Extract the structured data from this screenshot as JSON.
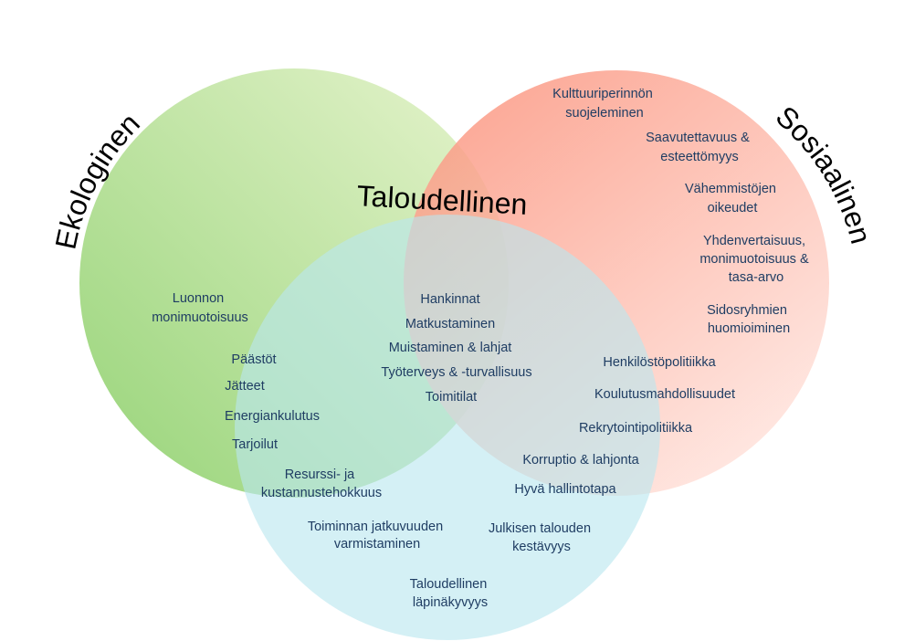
{
  "sets": {
    "ekologinen": {
      "label": "Ekologinen",
      "color_light": "#e3f2c6",
      "color_dark": "#84cc60"
    },
    "sosiaalinen": {
      "label": "Sosiaalinen",
      "color_light": "#ffe6e0",
      "color_dark": "#fb8f78"
    },
    "taloudellinen": {
      "label": "Taloudellinen",
      "color": "#b9e7ef"
    }
  },
  "items": {
    "ekologinen": [
      [
        "Luonnon",
        "monimuotoisuus"
      ]
    ],
    "ekologinen_taloudellinen": [
      [
        "Päästöt"
      ],
      [
        "Jätteet"
      ],
      [
        "Energiankulutus"
      ],
      [
        "Tarjoilut"
      ],
      [
        "Resurssi- ja",
        "kustannustehokkuus"
      ]
    ],
    "kaikki": [
      [
        "Hankinnat"
      ],
      [
        "Matkustaminen"
      ],
      [
        "Muistaminen & lahjat"
      ],
      [
        "Työterveys & -turvallisuus"
      ],
      [
        "Toimitilat"
      ]
    ],
    "sosiaalinen": [
      [
        "Kulttuuriperinnön",
        "suojeleminen"
      ],
      [
        "Saavutettavuus  &",
        "esteettömyys"
      ],
      [
        "Vähemmistöjen",
        "oikeudet"
      ],
      [
        "Yhdenvertaisuus,",
        "monimuotoisuus &",
        "tasa-arvo"
      ],
      [
        "Sidosryhmien",
        "huomioiminen"
      ]
    ],
    "sosiaalinen_taloudellinen": [
      [
        "Henkilöstöpolitiikka"
      ],
      [
        "Koulutusmahdollisuudet"
      ],
      [
        "Rekrytointipolitiikka"
      ],
      [
        "Korruptio & lahjonta"
      ],
      [
        "Hyvä  hallintotapa"
      ]
    ],
    "taloudellinen": [
      [
        "Toiminnan jatkuvuuden",
        "varmistaminen"
      ],
      [
        "Julkisen talouden",
        "kestävyys"
      ],
      [
        "Taloudellinen",
        "läpinäkyvyys"
      ]
    ]
  }
}
